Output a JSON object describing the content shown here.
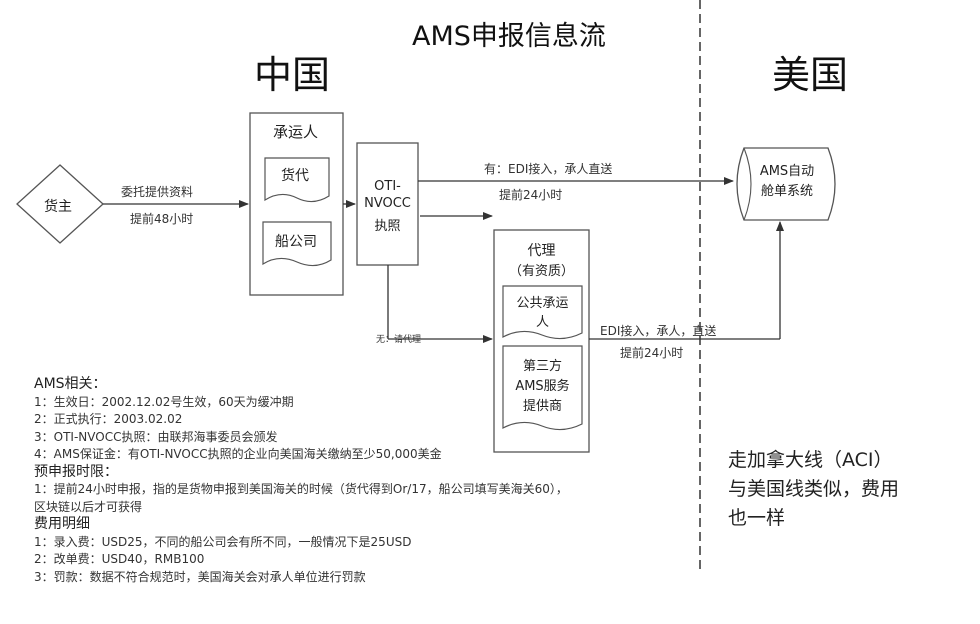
{
  "title": "AMS申报信息流",
  "regions": {
    "china": "中国",
    "usa": "美国"
  },
  "nodes": {
    "shipper": "货主",
    "carrier_header": "承运人",
    "forwarder": "货代",
    "shipping_company": "船公司",
    "oti_line1": "OTI-",
    "oti_line2": "NVOCC",
    "oti_line3": "执照",
    "agent_line1": "代理",
    "agent_line2": "（有资质）",
    "public_carrier_line1": "公共承运",
    "public_carrier_line2": "人",
    "third_party_line1": "第三方",
    "third_party_line2": "AMS服务",
    "third_party_line3": "提供商",
    "ams_line1": "AMS自动",
    "ams_line2": "舱单系统"
  },
  "edge_labels": {
    "shipper_line1": "委托提供资料",
    "shipper_line2": "提前48小时",
    "top_line1": "有：EDI接入，承人直送",
    "top_line2": "提前24小时",
    "bottom_small": "无：请代理",
    "bottom_line1": "EDI接入，承人，直送",
    "bottom_line2": "提前24小时"
  },
  "notes": {
    "heading": "AMS相关：",
    "items": [
      "1：生效日：2002.12.02号生效，60天为缓冲期",
      "2：正式执行：2003.02.02",
      "3：OTI-NVOCC执照：由联邦海事委员会颁发",
      "4：AMS保证金：有OTI-NVOCC执照的企业向美国海关缴纳至少50,000美金"
    ],
    "deadline_heading": "预申报时限：",
    "deadline_items": [
      "1：提前24小时申报，指的是货物申报到美国海关的时候（货代得到Or/17，船公司填写美海关60），",
      "区块链以后才可获得"
    ],
    "fees_heading": "费用明细",
    "fees_items": [
      "1：录入费：USD25，不同的船公司会有所不同，一般情况下是25USD",
      "2：改单费：USD40，RMB100",
      "3：罚款：数据不符合规范时，美国海关会对承人单位进行罚款"
    ]
  },
  "aci_note": {
    "line1": "走加拿大线（ACI）",
    "line2": "与美国线类似，费用",
    "line3": "也一样"
  }
}
